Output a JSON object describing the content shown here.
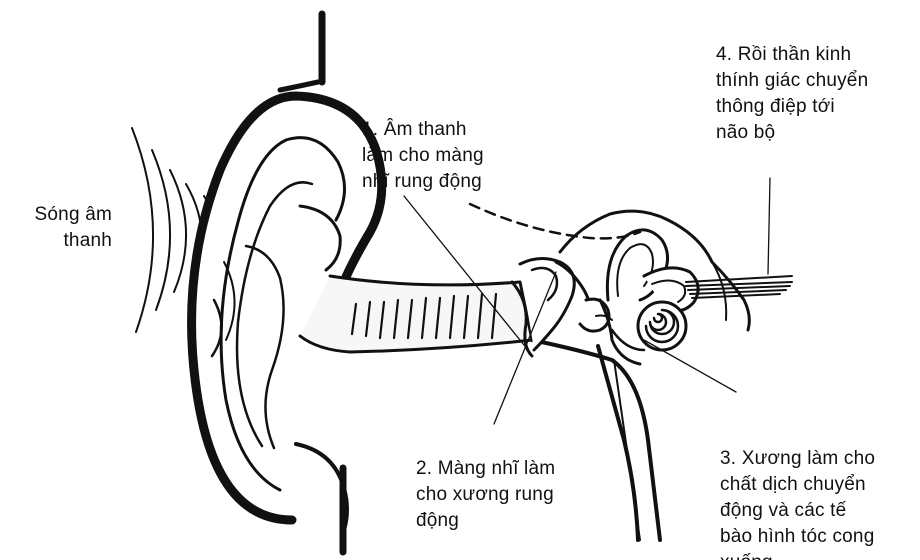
{
  "diagram": {
    "labels": {
      "sound_waves": [
        "Sóng âm",
        "thanh"
      ],
      "step1": [
        "1. Âm thanh",
        "làm cho màng",
        "nhĩ rung động"
      ],
      "step2": [
        "2. Màng nhĩ làm",
        "cho xương rung",
        "động"
      ],
      "step3": [
        "3. Xương làm cho",
        "chất dịch chuyển",
        "động và các tế",
        "bào hình tóc cong",
        "xuống"
      ],
      "step4": [
        "4. Rồi thần kinh",
        "thính giác chuyển",
        "thông điệp tới",
        "não bộ"
      ]
    },
    "colors": {
      "ink": "#111111",
      "canal_fill": "#e9e9e9",
      "background": "#ffffff"
    }
  }
}
